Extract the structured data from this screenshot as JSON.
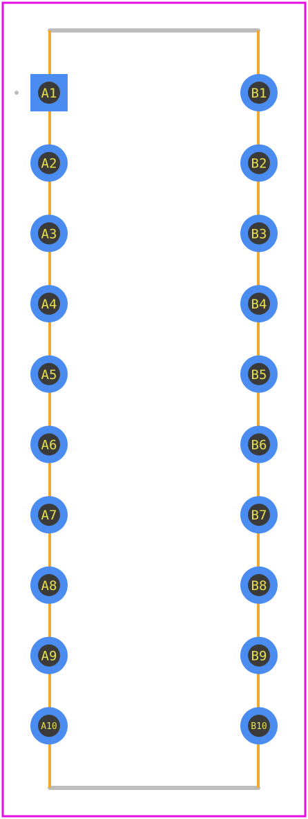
{
  "colors": {
    "boundary": "#e60fe6",
    "body_outline": "#bdbdbd",
    "silk_line": "#f0a830",
    "pad": "#4a8cf0",
    "drill": "#3a3a3a",
    "label": "#e8e04a",
    "pin1_marker": "#bdbdbd"
  },
  "pads": {
    "left": [
      {
        "label": "A1",
        "shape": "square"
      },
      {
        "label": "A2",
        "shape": "round"
      },
      {
        "label": "A3",
        "shape": "round"
      },
      {
        "label": "A4",
        "shape": "round"
      },
      {
        "label": "A5",
        "shape": "round"
      },
      {
        "label": "A6",
        "shape": "round"
      },
      {
        "label": "A7",
        "shape": "round"
      },
      {
        "label": "A8",
        "shape": "round"
      },
      {
        "label": "A9",
        "shape": "round"
      },
      {
        "label": "A10",
        "shape": "round"
      }
    ],
    "right": [
      {
        "label": "B1",
        "shape": "round"
      },
      {
        "label": "B2",
        "shape": "round"
      },
      {
        "label": "B3",
        "shape": "round"
      },
      {
        "label": "B4",
        "shape": "round"
      },
      {
        "label": "B5",
        "shape": "round"
      },
      {
        "label": "B6",
        "shape": "round"
      },
      {
        "label": "B7",
        "shape": "round"
      },
      {
        "label": "B8",
        "shape": "round"
      },
      {
        "label": "B9",
        "shape": "round"
      },
      {
        "label": "B10",
        "shape": "round"
      }
    ]
  }
}
